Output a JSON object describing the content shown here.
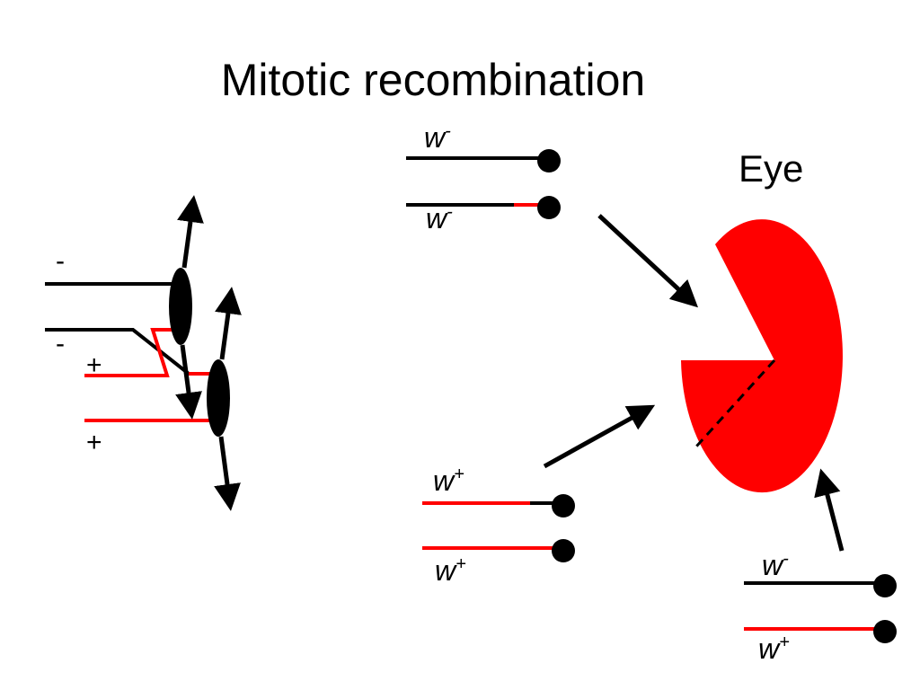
{
  "title": "Mitotic recombination",
  "eye_label": "Eye",
  "colors": {
    "wildtype_red": "#ff0000",
    "mutant_black": "#000000",
    "eye_fill": "#ff0000"
  },
  "left_panel": {
    "signs": [
      "-",
      "-",
      "+",
      "+"
    ]
  },
  "allele_labels": {
    "top_pair": [
      {
        "base": "w",
        "sup": "-"
      },
      {
        "base": "w",
        "sup": "-"
      }
    ],
    "bottom_left_pair": [
      {
        "base": "w",
        "sup": "+"
      },
      {
        "base": "w",
        "sup": "+"
      }
    ],
    "bottom_right_pair": [
      {
        "base": "w",
        "sup": "-"
      },
      {
        "base": "w",
        "sup": "+"
      }
    ]
  }
}
